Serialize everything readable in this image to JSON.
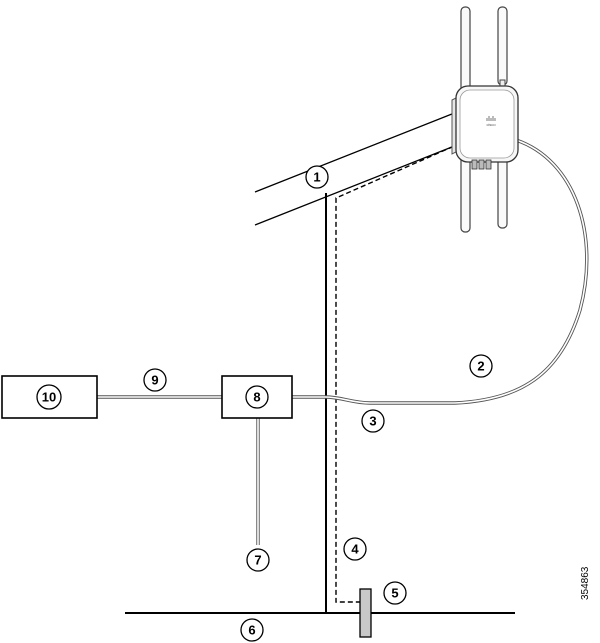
{
  "callouts": {
    "c1": "1",
    "c2": "2",
    "c3": "3",
    "c4": "4",
    "c5": "5",
    "c6": "6",
    "c7": "7",
    "c8": "8",
    "c9": "9",
    "c10": "10"
  },
  "figure_id": "354863",
  "device_logo_text": "cisco"
}
